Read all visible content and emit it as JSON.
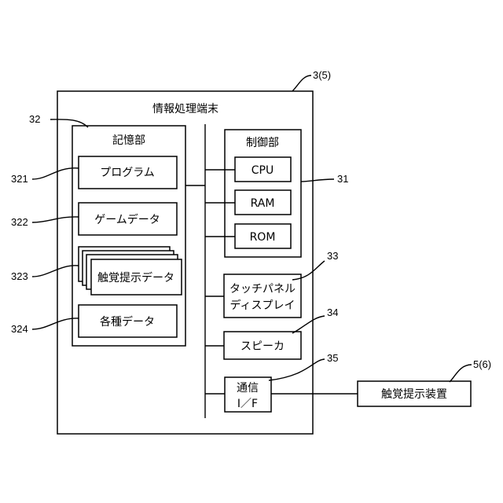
{
  "diagram": {
    "terminal": {
      "ref": "3(5)",
      "title": "情報処理端末"
    },
    "storage": {
      "ref": "32",
      "title": "記憶部",
      "program": {
        "ref": "321",
        "label": "プログラム"
      },
      "game_data": {
        "ref": "322",
        "label": "ゲームデータ"
      },
      "haptic_data": {
        "ref": "323",
        "label": "触覚提示データ"
      },
      "misc_data": {
        "ref": "324",
        "label": "各種データ"
      }
    },
    "control": {
      "ref": "31",
      "title": "制御部",
      "cpu": "CPU",
      "ram": "RAM",
      "rom": "ROM"
    },
    "touch_panel": {
      "ref": "33",
      "line1": "タッチパネル",
      "line2": "ディスプレイ"
    },
    "speaker": {
      "ref": "34",
      "label": "スピーカ"
    },
    "comm": {
      "ref": "35",
      "line1": "通信",
      "line2": "I／F"
    },
    "haptic_device": {
      "ref": "5(6)",
      "label": "触覚提示装置"
    }
  }
}
